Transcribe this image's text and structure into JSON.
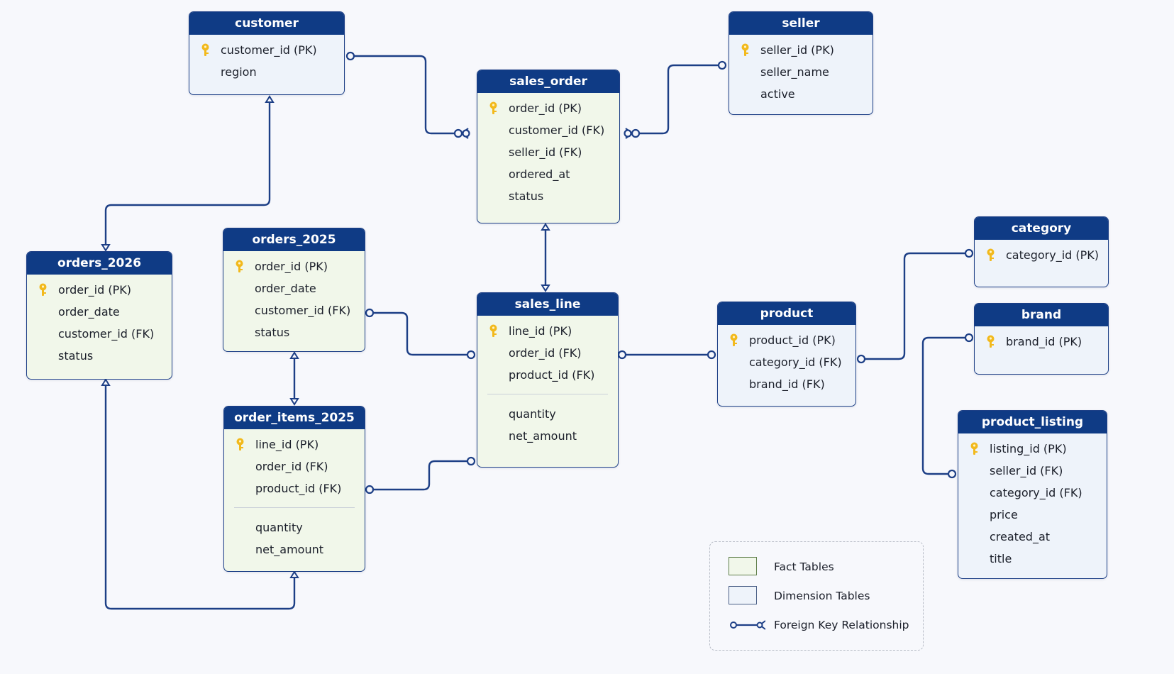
{
  "colors": {
    "header": "#0f3b85",
    "fact_fill": "#f1f7ea",
    "dimension_fill": "#eef3fa",
    "connector": "#1d3f86",
    "key_icon": "#f2b91c"
  },
  "entities": {
    "customer": {
      "title": "customer",
      "kind": "dimension",
      "rows": [
        {
          "label": "customer_id (PK)",
          "pk": true
        },
        {
          "label": "region"
        }
      ]
    },
    "seller": {
      "title": "seller",
      "kind": "dimension",
      "rows": [
        {
          "label": "seller_id (PK)",
          "pk": true
        },
        {
          "label": "seller_name"
        },
        {
          "label": "active"
        }
      ]
    },
    "sales_order": {
      "title": "sales_order",
      "kind": "fact",
      "rows": [
        {
          "label": "order_id (PK)",
          "pk": true
        },
        {
          "label": "customer_id (FK)"
        },
        {
          "label": "seller_id (FK)"
        },
        {
          "label": "ordered_at"
        },
        {
          "label": "status"
        }
      ]
    },
    "orders_2026": {
      "title": "orders_2026",
      "kind": "fact",
      "rows": [
        {
          "label": "order_id (PK)",
          "pk": true
        },
        {
          "label": "order_date"
        },
        {
          "label": "customer_id (FK)"
        },
        {
          "label": "status"
        }
      ]
    },
    "orders_2025": {
      "title": "orders_2025",
      "kind": "fact",
      "rows": [
        {
          "label": "order_id (PK)",
          "pk": true
        },
        {
          "label": "order_date"
        },
        {
          "label": "customer_id (FK)"
        },
        {
          "label": "status"
        }
      ]
    },
    "sales_line": {
      "title": "sales_line",
      "kind": "fact",
      "rows": [
        {
          "label": "line_id (PK)",
          "pk": true
        },
        {
          "label": "order_id (FK)"
        },
        {
          "label": "product_id (FK)"
        },
        {
          "separator": true
        },
        {
          "label": "quantity"
        },
        {
          "label": "net_amount"
        }
      ]
    },
    "order_items_2025": {
      "title": "order_items_2025",
      "kind": "fact",
      "rows": [
        {
          "label": "line_id (PK)",
          "pk": true
        },
        {
          "label": "order_id (FK)"
        },
        {
          "label": "product_id (FK)"
        },
        {
          "separator": true
        },
        {
          "label": "quantity"
        },
        {
          "label": "net_amount"
        }
      ]
    },
    "product": {
      "title": "product",
      "kind": "dimension",
      "rows": [
        {
          "label": "product_id (PK)",
          "pk": true
        },
        {
          "label": "category_id (FK)"
        },
        {
          "label": "brand_id (FK)"
        }
      ]
    },
    "category": {
      "title": "category",
      "kind": "dimension",
      "rows": [
        {
          "label": "category_id (PK)",
          "pk": true
        }
      ]
    },
    "brand": {
      "title": "brand",
      "kind": "dimension",
      "rows": [
        {
          "label": "brand_id (PK)",
          "pk": true
        }
      ]
    },
    "product_listing": {
      "title": "product_listing",
      "kind": "dimension",
      "rows": [
        {
          "label": "listing_id (PK)",
          "pk": true
        },
        {
          "label": "seller_id (FK)"
        },
        {
          "label": "category_id (FK)"
        },
        {
          "label": "price"
        },
        {
          "label": "created_at"
        },
        {
          "label": "title"
        }
      ]
    }
  },
  "relationships": [
    {
      "from": "customer.customer_id",
      "to": "sales_order.customer_id"
    },
    {
      "from": "seller.seller_id",
      "to": "sales_order.seller_id"
    },
    {
      "from": "customer.customer_id",
      "to": "orders_2026.customer_id"
    },
    {
      "from": "sales_order.order_id",
      "to": "sales_line.order_id"
    },
    {
      "from": "orders_2025.order_id",
      "to": "sales_line.order_id"
    },
    {
      "from": "orders_2025.order_id",
      "to": "order_items_2025.order_id"
    },
    {
      "from": "order_items_2025.line_id",
      "to": "sales_line.line_id"
    },
    {
      "from": "orders_2026.order_id",
      "to": "order_items_2025.order_id"
    },
    {
      "from": "sales_line.product_id",
      "to": "product.product_id"
    },
    {
      "from": "product.category_id",
      "to": "category.category_id"
    },
    {
      "from": "brand.brand_id",
      "to": "product_listing.category_id"
    }
  ],
  "legend": {
    "fact": "Fact Tables",
    "dimension": "Dimension Tables",
    "fk": "Foreign Key Relationship"
  }
}
